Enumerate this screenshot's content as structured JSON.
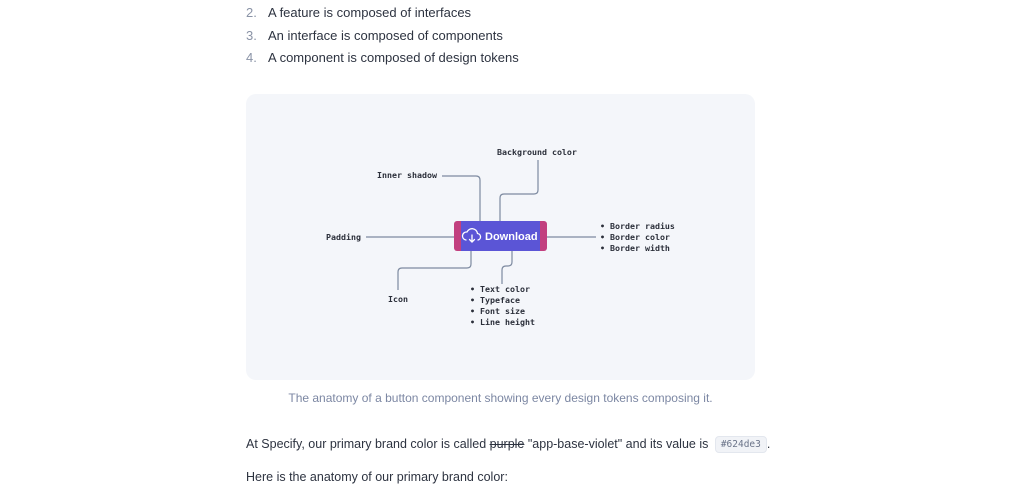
{
  "list": [
    {
      "number": "2.",
      "text": "A feature is composed of interfaces"
    },
    {
      "number": "3.",
      "text": "An interface is composed of components"
    },
    {
      "number": "4.",
      "text": "A component is composed of design tokens"
    }
  ],
  "diagram": {
    "button_label": "Download",
    "labels": {
      "background_color": "Background color",
      "inner_shadow": "Inner shadow",
      "padding": "Padding",
      "icon": "Icon"
    },
    "border_props": [
      "• Border radius",
      "• Border color",
      "• Border width"
    ],
    "text_props": [
      "• Text color",
      "• Typeface",
      "• Font size",
      "• Line height"
    ],
    "colors": {
      "button": "#5b55d6",
      "button_edge": "#c2407f",
      "connector": "#7d8aa0"
    }
  },
  "caption": "The anatomy of a button component showing every design tokens composing it.",
  "paragraph1": {
    "before": "At Specify, our primary brand color is called ",
    "struck": "purple",
    "after": " \"app-base-violet\" and its value is ",
    "code": "#624de3",
    "end": "."
  },
  "paragraph2": "Here is the anatomy of our primary brand color:"
}
